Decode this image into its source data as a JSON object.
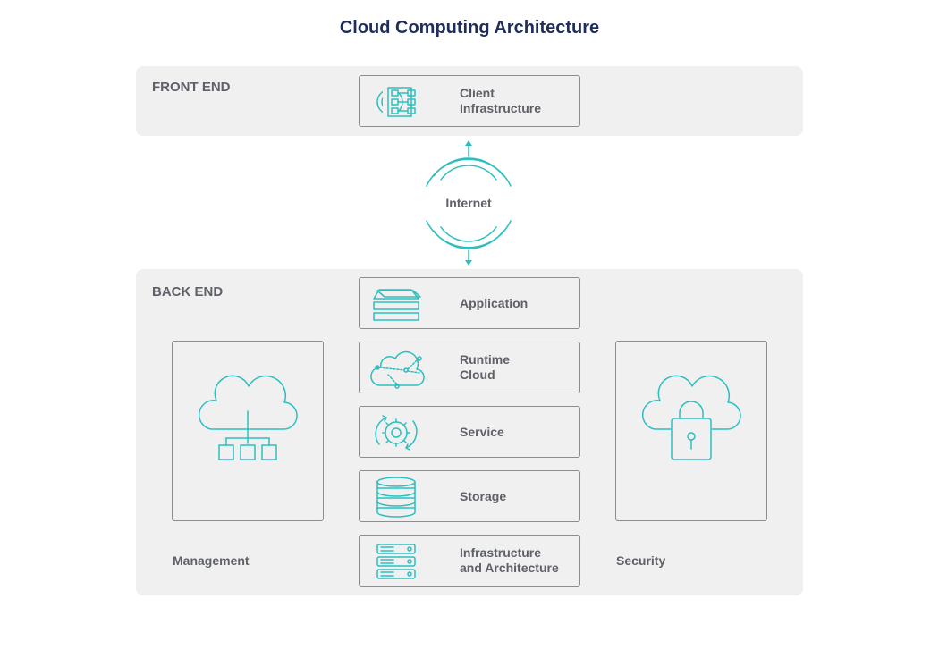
{
  "title": "Cloud Computing Architecture",
  "accent_color": "#2bbfbf",
  "front_end": {
    "label": "FRONT END",
    "client": {
      "label": "Client\nInfrastructure",
      "icon": "client-infrastructure-icon"
    }
  },
  "internet": {
    "label": "Internet",
    "icon": "signal-waves-icon"
  },
  "back_end": {
    "label": "BACK END",
    "stack": [
      {
        "label": "Application",
        "icon": "layers-icon"
      },
      {
        "label": "Runtime\nCloud",
        "icon": "cloud-network-icon"
      },
      {
        "label": "Service",
        "icon": "gear-cycle-icon"
      },
      {
        "label": "Storage",
        "icon": "database-icon"
      },
      {
        "label": "Infrastructure\nand Architecture",
        "icon": "server-rack-icon"
      }
    ],
    "management": {
      "label": "Management",
      "icon": "cloud-hierarchy-icon"
    },
    "security": {
      "label": "Security",
      "icon": "cloud-lock-icon"
    }
  }
}
